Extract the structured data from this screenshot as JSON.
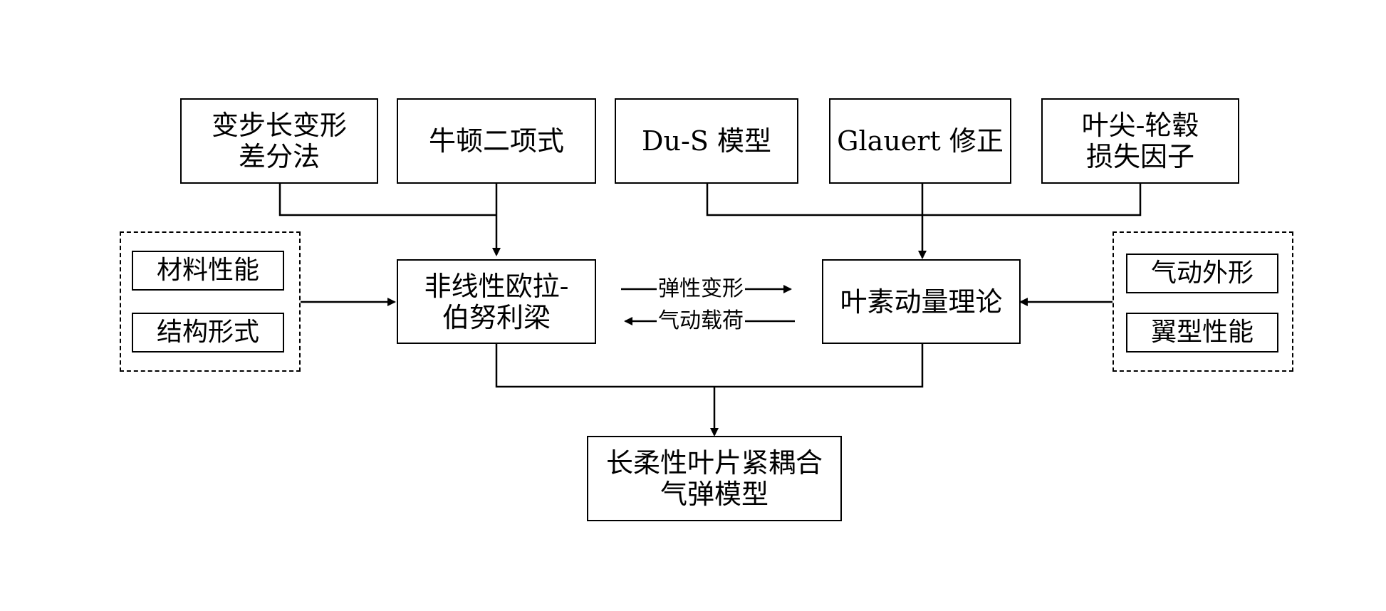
{
  "inputs_top_left": {
    "variable_step": [
      "变步长变形",
      "差分法"
    ],
    "newton": "牛顿二项式"
  },
  "inputs_top_right": {
    "dus": "Du-S 模型",
    "glauert": "Glauert 修正",
    "tip_hub": [
      "叶尖-轮毂",
      "损失因子"
    ]
  },
  "left_group": {
    "material": "材料性能",
    "structure": "结构形式"
  },
  "right_group": {
    "aero_shape": "气动外形",
    "airfoil": "翼型性能"
  },
  "beam_model": [
    "非线性欧拉-",
    "伯努利梁"
  ],
  "bem_theory": "叶素动量理论",
  "edges": {
    "elastic_deformation": "弹性变形",
    "aero_load": "气动载荷"
  },
  "result": [
    "长柔性叶片紧耦合",
    "气弹模型"
  ]
}
